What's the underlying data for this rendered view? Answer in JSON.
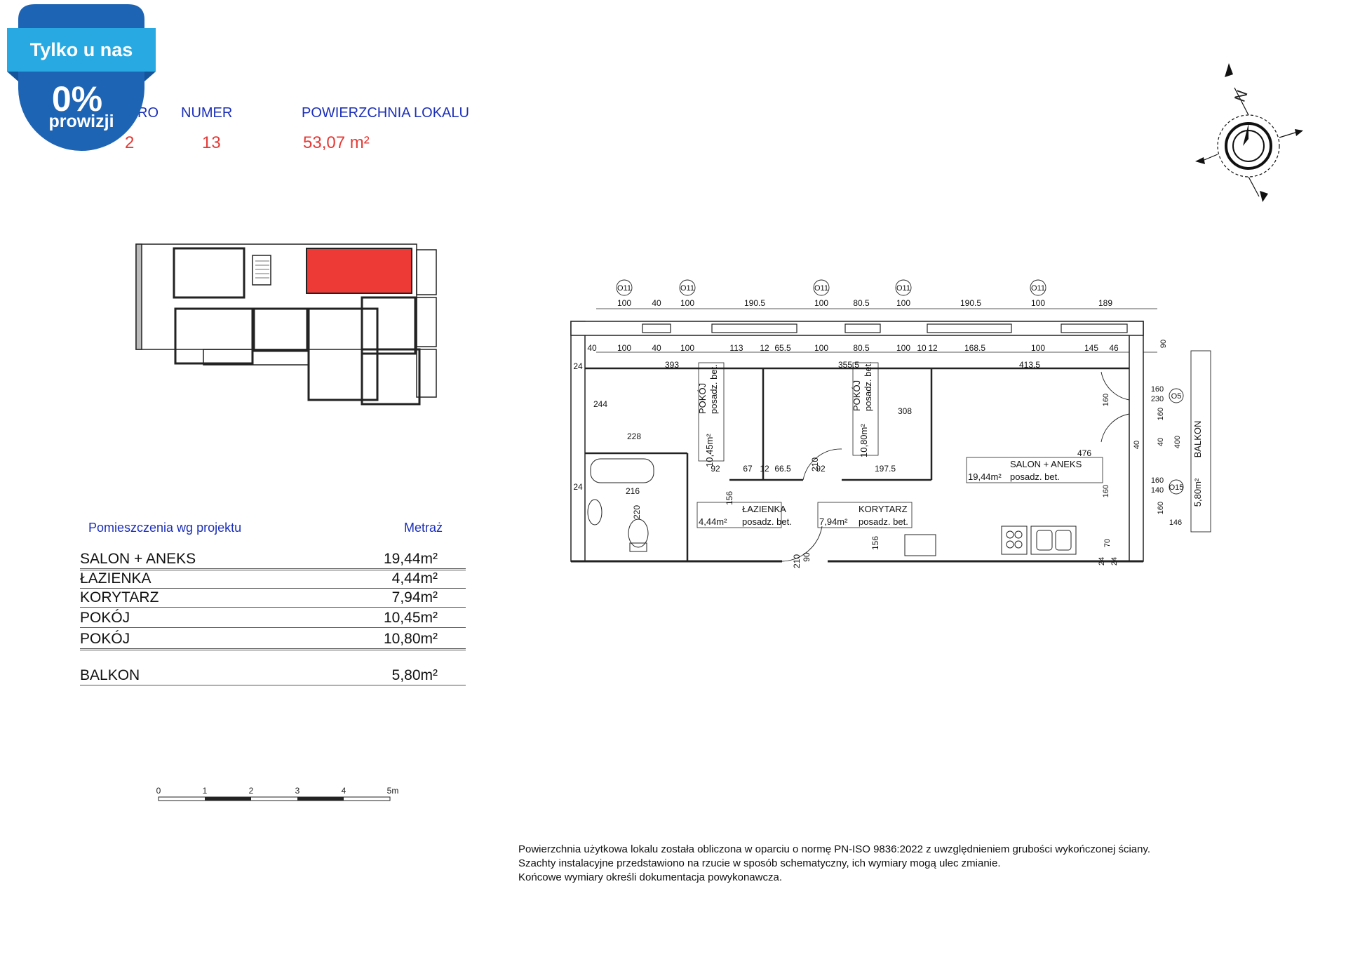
{
  "badge": {
    "top_text": "Tylko u nas",
    "big_text": "0%",
    "sub_text": "prowizji",
    "colors": {
      "ribbon": "#29a9e1",
      "circle": "#1e64b4"
    }
  },
  "header": {
    "floor_label_partial": "RO",
    "number_label": "NUMER",
    "area_label": "POWIERZCHNIA LOKALU",
    "floor_value": "2",
    "number_value": "13",
    "area_value": "53,07 m²"
  },
  "rooms_table": {
    "title": "Pomieszczenia wg projektu",
    "metric_label": "Metraż",
    "rows": [
      {
        "name": "SALON + ANEKS",
        "area": "19,44m²"
      },
      {
        "name": "ŁAZIENKA",
        "area": "4,44m²"
      },
      {
        "name": "KORYTARZ",
        "area": "7,94m²"
      },
      {
        "name": "POKÓJ",
        "area": "10,45m²"
      },
      {
        "name": "POKÓJ",
        "area": "10,80m²"
      }
    ],
    "balcony": {
      "name": "BALKON",
      "area": "5,80m²"
    }
  },
  "scale_bar": {
    "ticks": [
      "0",
      "1",
      "2",
      "3",
      "4",
      "5m"
    ]
  },
  "compass": {
    "north_label": "N"
  },
  "plan": {
    "window_codes": [
      "O11",
      "O11",
      "O11",
      "O11",
      "O11"
    ],
    "side_codes": [
      "O5",
      "O15"
    ],
    "top_dims": [
      "100",
      "40",
      "100",
      "190.5",
      "100",
      "80.5",
      "100",
      "190.5",
      "100",
      "189"
    ],
    "inner_dims": [
      "40",
      "100",
      "40",
      "100",
      "113",
      "12",
      "65.5",
      "100",
      "80.5",
      "100",
      "10",
      "12",
      "168.5",
      "100",
      "145",
      "46"
    ],
    "room_dims": [
      "393",
      "355.5",
      "413.5",
      "244",
      "308",
      "228",
      "216",
      "476",
      "67",
      "12",
      "66.5",
      "92",
      "197.5",
      "92",
      "24",
      "24",
      "220",
      "156",
      "156",
      "210",
      "90",
      "210"
    ],
    "side_dims": [
      "160",
      "230",
      "160",
      "40",
      "400",
      "40",
      "160",
      "140",
      "160",
      "146",
      "90",
      "160",
      "160",
      "24",
      "24",
      "70"
    ],
    "rooms": [
      {
        "name": "POKÓJ",
        "area": "10,45m²",
        "floor": "posadz. bet."
      },
      {
        "name": "POKÓJ",
        "area": "10,80m²",
        "floor": "posadz. bet."
      },
      {
        "name": "SALON + ANEKS",
        "area": "19,44m²",
        "floor": "posadz. bet."
      },
      {
        "name": "ŁAZIENKA",
        "area": "4,44m²",
        "floor": "posadz. bet."
      },
      {
        "name": "KORYTARZ",
        "area": "7,94m²",
        "floor": "posadz. bet."
      }
    ],
    "balcony": {
      "name": "BALKON",
      "area": "5,80m²"
    },
    "colors": {
      "highlight": "#ee3a37",
      "wall": "#222222"
    }
  },
  "notes": [
    "Powierzchnia użytkowa lokalu została obliczona w oparciu o normę PN-ISO 9836:2022 z uwzględnieniem grubości wykończonej ściany.",
    "Szachty instalacyjne przedstawiono na rzucie w sposób schematyczny, ich wymiary mogą ulec zmianie.",
    "Końcowe wymiary określi dokumentacja powykonawcza."
  ]
}
